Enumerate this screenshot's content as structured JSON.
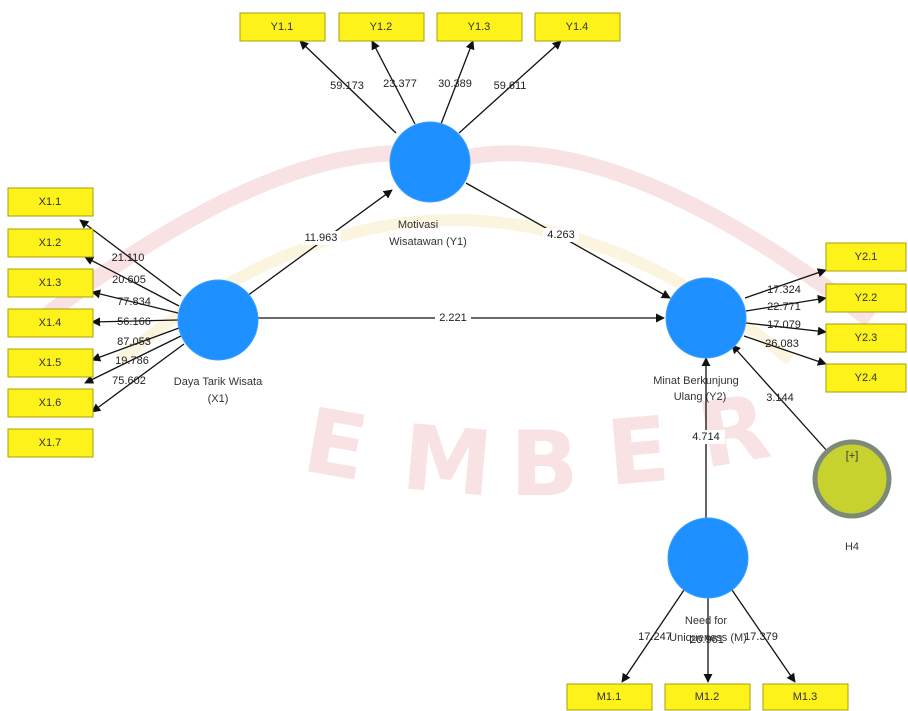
{
  "watermark": {
    "letters": [
      "E",
      "M",
      "B",
      "E",
      "R"
    ]
  },
  "colors": {
    "latent_fill": "#1e90ff",
    "indicator_fill": "#fdf21a",
    "moderator_fill": "#c8d22e",
    "moderator_stroke": "#7d8a7a",
    "edge": "#111111"
  },
  "latents": {
    "daya_tarik": {
      "label_lines": [
        "Daya Tarik Wisata",
        "(X1)"
      ]
    },
    "motivasi": {
      "label_lines": [
        "Motivasi",
        "Wisatawan (Y1)"
      ]
    },
    "minat": {
      "label_lines": [
        "Minat Berkunjung",
        "Ulang (Y2)"
      ]
    },
    "need": {
      "label_lines": [
        "Need for",
        "Uniqueness (M)"
      ]
    },
    "h4": {
      "inner_label": "[+]",
      "label_lines": [
        "H4"
      ]
    }
  },
  "indicators": {
    "x": [
      "X1.1",
      "X1.2",
      "X1.3",
      "X1.4",
      "X1.5",
      "X1.6",
      "X1.7"
    ],
    "y1": [
      "Y1.1",
      "Y1.2",
      "Y1.3",
      "Y1.4"
    ],
    "y2": [
      "Y2.1",
      "Y2.2",
      "Y2.3",
      "Y2.4"
    ],
    "m": [
      "M1.1",
      "M1.2",
      "M1.3"
    ]
  },
  "path_values": {
    "x_to_y1": "11.963",
    "x_to_y2": "2.221",
    "y1_to_y2": "4.263",
    "m_to_y2": "4.714",
    "h4_to_y2": "3.144"
  },
  "loading_values": {
    "x": [
      "21.110",
      "20.605",
      "77.834",
      "56.166",
      "87.053",
      "19.786",
      "75.602"
    ],
    "y1": [
      "59.173",
      "23.377",
      "30.389",
      "59.611"
    ],
    "y2": [
      "17.324",
      "22.771",
      "17.079",
      "26.083"
    ],
    "m": [
      "17.247",
      "20.961",
      "17.379"
    ]
  }
}
